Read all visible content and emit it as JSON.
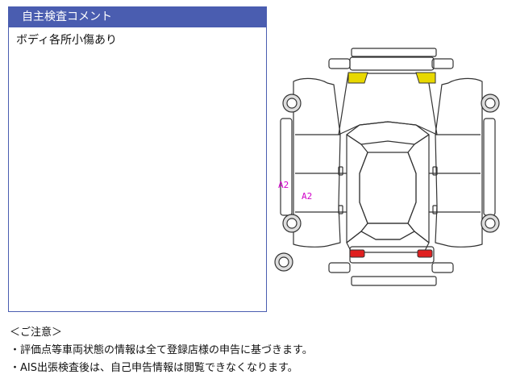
{
  "comment_panel": {
    "title": "自主検査コメント",
    "text": "ボディ各所小傷あり"
  },
  "diagram": {
    "marks": [
      "A2",
      "A2"
    ],
    "colors": {
      "yellow_part": "#e8d800",
      "red_part": "#e02020",
      "mark": "#d000c8",
      "outline": "#333333",
      "header": "#4a5db0"
    }
  },
  "notes": {
    "heading": "＜ご注意＞",
    "line1": "・評価点等車両状態の情報は全て登録店様の申告に基づきます。",
    "line2": "・AIS出張検査後は、自己申告情報は閲覧できなくなります。"
  }
}
